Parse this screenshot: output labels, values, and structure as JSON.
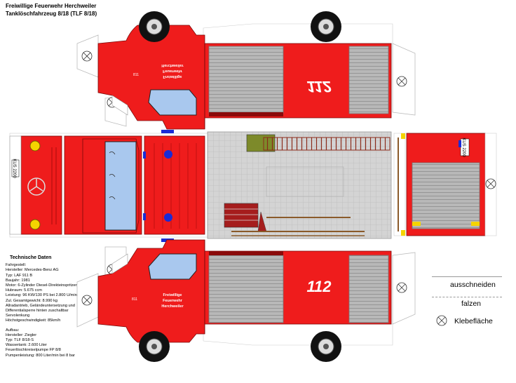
{
  "header": {
    "title_line1": "Freiwillige Feuerwehr Herchweiler",
    "title_line2": "Tanklöschfahrzeug 8/18 (TLF 8/18)"
  },
  "vehicle": {
    "lettering_top_mirrored": [
      "Freiwillige",
      "Feuerwehr",
      "Herchweiler"
    ],
    "lettering_bottom": [
      "Freiwillige",
      "Feuerwehr",
      "Herchweiler"
    ],
    "number_top_mirrored": "112",
    "number_bottom": "112",
    "plate": "KUS 2200",
    "cab_number": "811",
    "body_color": "#ef1c1c",
    "dark_red": "#b50f0f",
    "shutter_color": "#b8b8b8",
    "glass_color": "#a9c8ee",
    "roof_color": "#d4d4d4"
  },
  "tech": {
    "heading": "Technische Daten",
    "chassis": [
      "Fahrgestell:",
      "Hersteller: Mercedes-Benz AG",
      "Typ: LAF 911 B",
      "Baujahr: 1981",
      "Motor: 6-Zylinder Diesel-Direkteinspritzer",
      "Hubraum: 5.675 ccm",
      "Leistung: 96 KW/130 PS bei 2.800 U/min",
      "Zul. Gesamtgewicht: 8.990 kg",
      "Allradantrieb, Geländeuntersetzung und",
      "Differentialsperre hinten zuschaltbar",
      "Servolenkung",
      "Höchstgeschwindigkeit: 85km/h"
    ],
    "body": [
      "Aufbau:",
      "Hersteller: Ziegler",
      "Typ: TLF 8/18-S",
      "Wassertank: 2.600 Liter",
      "Feuerlöschkreiselpumpe FP 8/8",
      "Pumpenleistung: 800 Liter/min bei 8 bar"
    ]
  },
  "legend": {
    "cut": "ausschneiden",
    "fold": "falzen",
    "glue": "Klebefläche"
  }
}
